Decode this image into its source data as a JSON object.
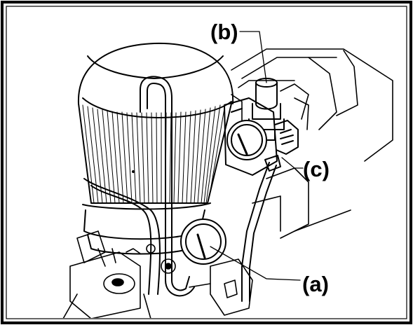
{
  "callouts": {
    "b": "(b)",
    "c": "(c)",
    "a": "(a)"
  },
  "colors": {
    "ink": "#000000",
    "paper": "#ffffff"
  }
}
